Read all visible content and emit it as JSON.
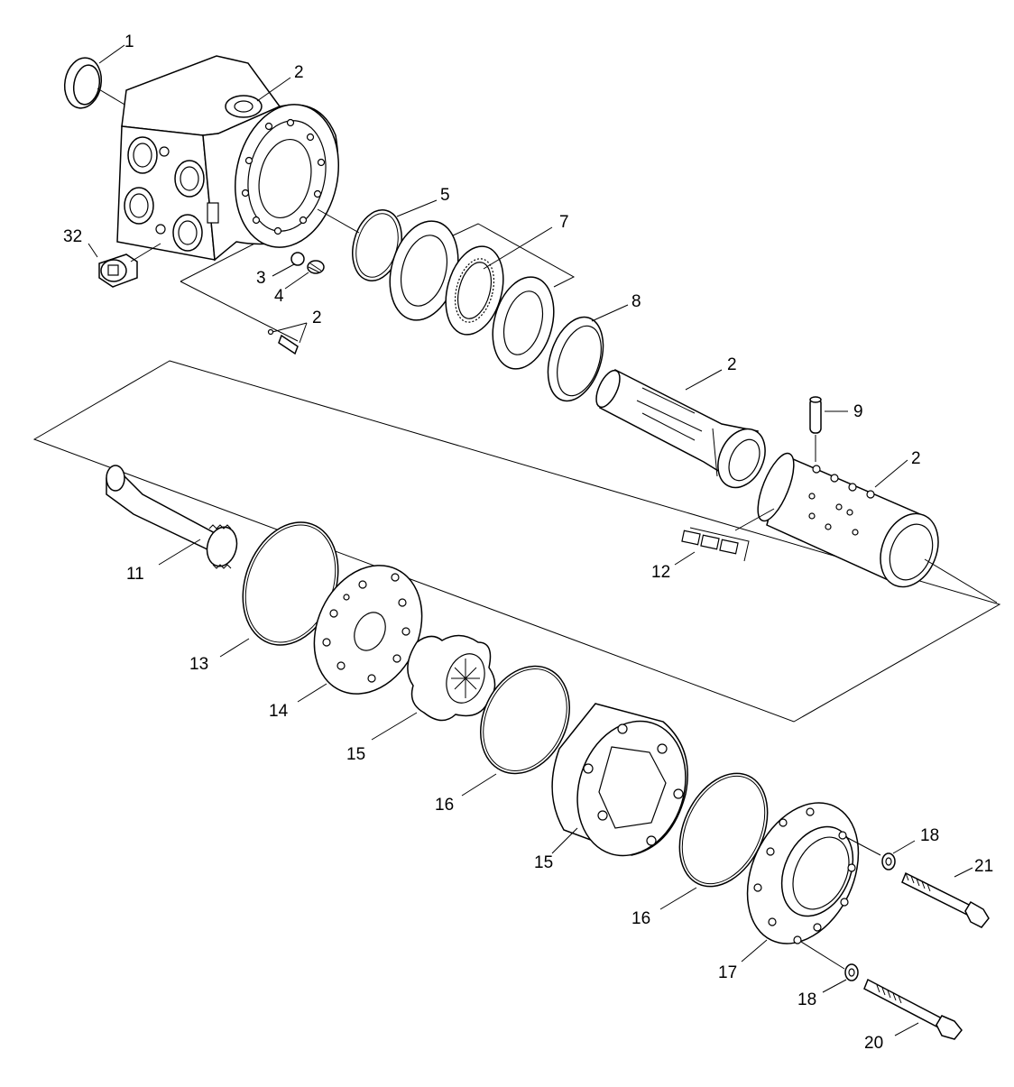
{
  "labels": {
    "p1": "1",
    "p2_housing": "2",
    "p2_check": "2",
    "p2_spool": "2",
    "p2_sleeve": "2",
    "p3": "3",
    "p4": "4",
    "p5": "5",
    "p7": "7",
    "p8": "8",
    "p9": "9",
    "p11": "11",
    "p12": "12",
    "p13": "13",
    "p14": "14",
    "p15_rotor": "15",
    "p15_stator": "15",
    "p16_a": "16",
    "p16_b": "16",
    "p17": "17",
    "p18_a": "18",
    "p18_b": "18",
    "p20": "20",
    "p21": "21",
    "p32": "32"
  }
}
